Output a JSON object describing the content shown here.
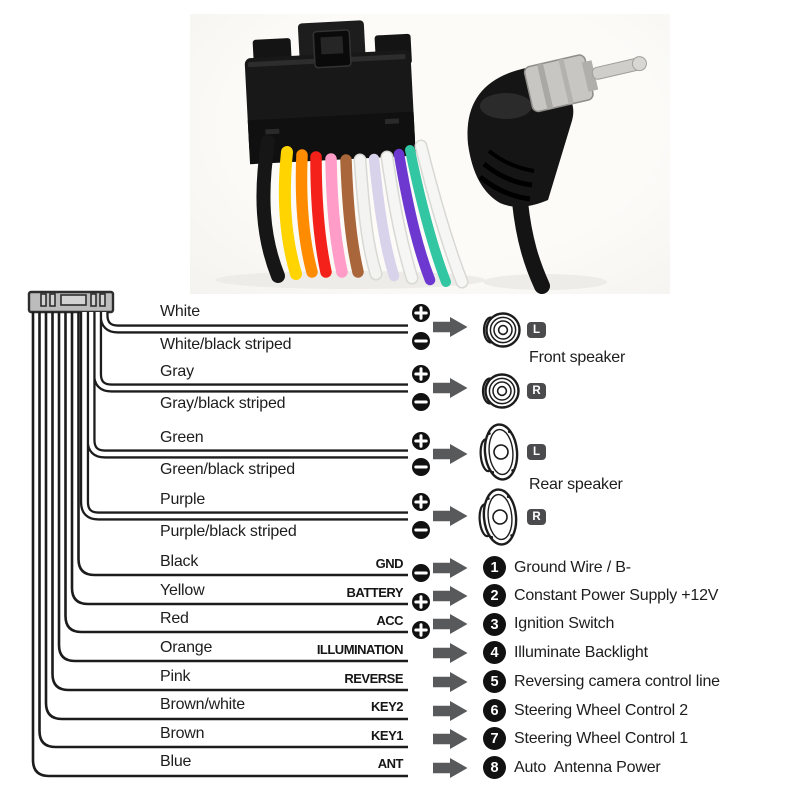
{
  "photo": {
    "plug_color": "#161616",
    "metal_color": "#c7c6c2",
    "wire_colors": [
      "#161616",
      "#ffd400",
      "#ff8c00",
      "#f32119",
      "#ff9cc7",
      "#a8663a",
      "#f3f3f1",
      "#d8d2ea",
      "#f6f6f4",
      "#6c38cf",
      "#32c6a2",
      "#f6f6f4"
    ]
  },
  "diagram": {
    "line_color": "#1c1c1c",
    "arrow_color": "#58595b",
    "badge_color": "#4b4b4d",
    "number_circle_color": "#111111",
    "front_group_label": "Front speaker",
    "rear_group_label": "Rear speaker",
    "speaker_pairs": [
      {
        "positive": "White",
        "negative": "White/black striped",
        "channel": "L",
        "group": "Front speaker"
      },
      {
        "positive": "Gray",
        "negative": "Gray/black striped",
        "channel": "R",
        "group": "Front speaker"
      },
      {
        "positive": "Green",
        "negative": "Green/black striped",
        "channel": "L",
        "group": "Rear speaker"
      },
      {
        "positive": "Purple",
        "negative": "Purple/black striped",
        "channel": "R",
        "group": "Rear speaker"
      }
    ],
    "single_wires": [
      {
        "num": "1",
        "color": "Black",
        "terminal": "GND",
        "polarity": "minus",
        "description": "Ground Wire / B-"
      },
      {
        "num": "2",
        "color": "Yellow",
        "terminal": "BATTERY",
        "polarity": "plus",
        "description": "Constant Power Supply +12V"
      },
      {
        "num": "3",
        "color": "Red",
        "terminal": "ACC",
        "polarity": "plus",
        "description": "Ignition Switch"
      },
      {
        "num": "4",
        "color": "Orange",
        "terminal": "ILLUMINATION",
        "polarity": "",
        "description": "Illuminate Backlight"
      },
      {
        "num": "5",
        "color": "Pink",
        "terminal": "REVERSE",
        "polarity": "",
        "description": "Reversing camera control line"
      },
      {
        "num": "6",
        "color": "Brown/white",
        "terminal": "KEY2",
        "polarity": "",
        "description": "Steering Wheel Control 2"
      },
      {
        "num": "7",
        "color": "Brown",
        "terminal": "KEY1",
        "polarity": "",
        "description": "Steering Wheel Control 1"
      },
      {
        "num": "8",
        "color": "Blue",
        "terminal": "ANT",
        "polarity": "",
        "description": "Auto  Antenna Power"
      }
    ]
  }
}
